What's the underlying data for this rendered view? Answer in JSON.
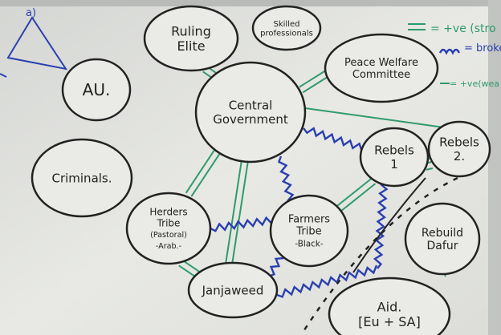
{
  "board": {
    "corner_label": "a)",
    "legend": [
      {
        "symbol": "=",
        "meaning": "= +ve (stro",
        "color": "#2e9a6a"
      },
      {
        "symbol": "~~",
        "meaning": "= broken",
        "color": "#2a3fb0"
      },
      {
        "symbol": "—",
        "meaning": "= +ve(wea",
        "color": "#2e9a6a"
      }
    ],
    "nodes": {
      "ruling_elite": [
        "Ruling",
        "Elite"
      ],
      "skilled": [
        "Skilled",
        "professionals"
      ],
      "peace": [
        "Peace Welfare",
        "Committee"
      ],
      "au": [
        "AU."
      ],
      "central": [
        "Central",
        "Government"
      ],
      "criminals": [
        "Criminals."
      ],
      "rebels1": [
        "Rebels",
        "1"
      ],
      "rebels2": [
        "Rebels",
        "2."
      ],
      "herders": [
        "Herders",
        "Tribe",
        "(Pastoral)",
        "-Arab.-"
      ],
      "farmers": [
        "Farmers",
        "Tribe",
        "-Black-"
      ],
      "rebuild": [
        "Rebuild",
        "Dafur"
      ],
      "janjaweed": [
        "Janjaweed"
      ],
      "aid": [
        "Aid.",
        "[Eu + SA]"
      ]
    },
    "colors": {
      "positive": "#2e9a6a",
      "broken": "#2a3fb0",
      "ink": "#222222",
      "board": "#e6e7e3"
    }
  }
}
